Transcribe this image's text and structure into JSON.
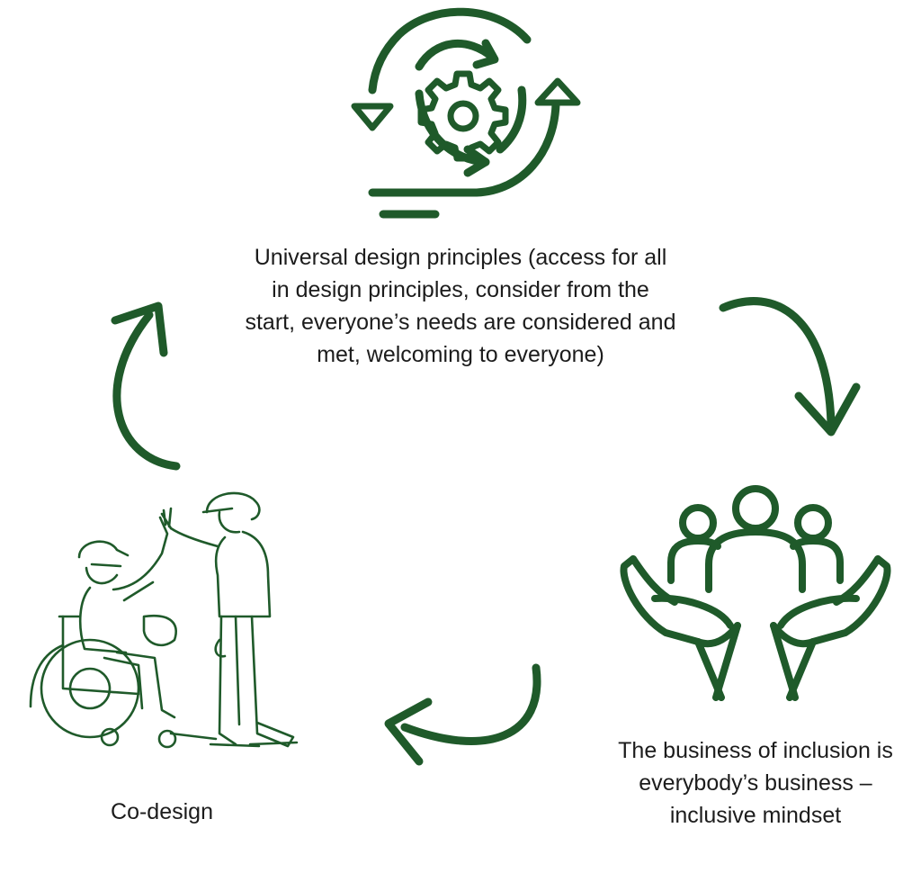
{
  "colors": {
    "primary": "#1f5a2a",
    "text": "#1c1c1c",
    "background": "#ffffff"
  },
  "nodes": [
    {
      "id": "universal-design",
      "icon": "gear-cycle-icon",
      "label": "Universal design principles (access for all in design principles, consider from the start, everyone’s needs are considered and met, welcoming to everyone)"
    },
    {
      "id": "inclusive-mindset",
      "icon": "hands-holding-people-icon",
      "label": "The business of inclusion is everybody’s business – inclusive mindset"
    },
    {
      "id": "co-design",
      "icon": "high-five-wheelchair-illustration",
      "label": "Co-design"
    }
  ],
  "arrows": [
    {
      "from": "universal-design",
      "to": "inclusive-mindset"
    },
    {
      "from": "inclusive-mindset",
      "to": "co-design"
    },
    {
      "from": "co-design",
      "to": "universal-design"
    }
  ]
}
